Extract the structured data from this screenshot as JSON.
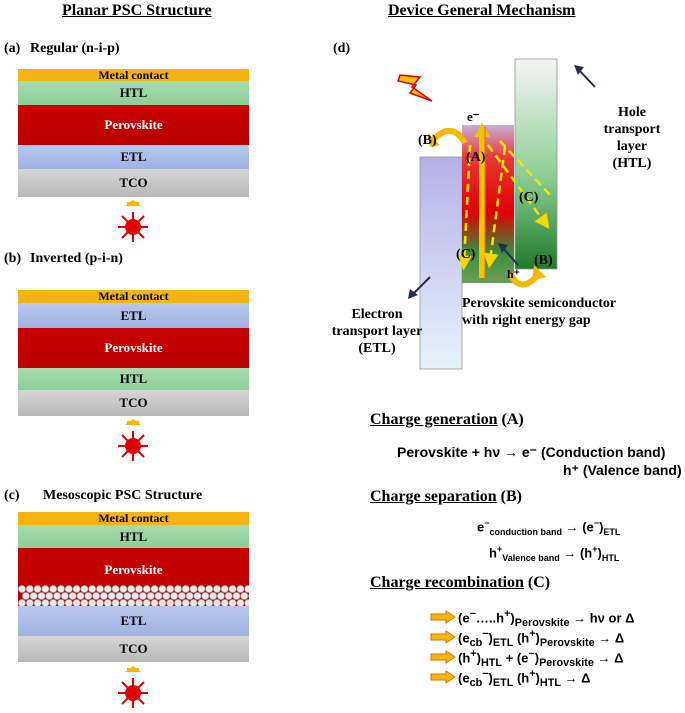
{
  "headers": {
    "planar": "Planar PSC Structure",
    "mechanism": "Device General Mechanism"
  },
  "panel_a": {
    "label": "(a)",
    "title": "Regular (n-i-p)",
    "layers": [
      "Metal contact",
      "HTL",
      "Perovskite",
      "ETL",
      "TCO"
    ]
  },
  "panel_b": {
    "label": "(b)",
    "title": "Inverted (p-i-n)",
    "layers": [
      "Metal contact",
      "ETL",
      "Perovskite",
      "HTL",
      "TCO"
    ]
  },
  "panel_c": {
    "label": "(c)",
    "title": "Mesoscopic PSC Structure",
    "layers": [
      "Metal contact",
      "HTL",
      "Perovskite",
      "ETL",
      "TCO"
    ]
  },
  "panel_d": {
    "label": "(d)",
    "electron": "e⁻",
    "hole": "h⁺",
    "markers": {
      "a": "(A)",
      "b1": "(B)",
      "b2": "(B)",
      "c1": "(C)",
      "c2": "(C)"
    },
    "htl_label": [
      "Hole",
      "transport layer",
      "(HTL)"
    ],
    "etl_label": [
      "Electron",
      "transport layer",
      "(ETL)"
    ],
    "pero_label": [
      "Perovskite semiconductor",
      "with right energy gap"
    ]
  },
  "charge_generation": {
    "title": "Charge generation",
    "tag": "(A)",
    "line1": "Perovskite  + hν → e⁻ (Conduction band)",
    "line2": "h⁺ (Valence band)"
  },
  "charge_separation": {
    "title": "Charge separation",
    "tag": "(B)"
  },
  "charge_recombination": {
    "title": "Charge recombination",
    "tag": "(C)"
  },
  "colors": {
    "metal": "#f5b40f",
    "htl": "#a9dbb0",
    "perovskite": "#c00000",
    "etl": "#aabdea",
    "tco": "#c8c8c8",
    "arrow": "#f5b800"
  }
}
